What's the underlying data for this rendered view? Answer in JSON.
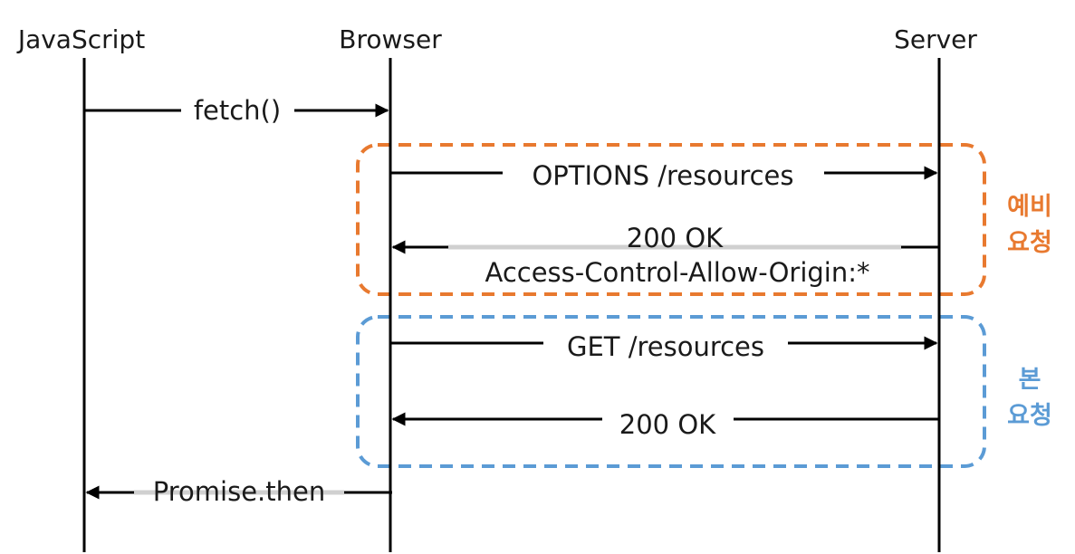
{
  "actors": {
    "javascript": "JavaScript",
    "browser": "Browser",
    "server": "Server"
  },
  "messages": {
    "fetch": "fetch()",
    "options_request": "OPTIONS /resources",
    "preflight_status": "200 OK",
    "preflight_header": "Access-Control-Allow-Origin:*",
    "get_request": "GET /resources",
    "main_status": "200 OK",
    "promise_then": "Promise.then"
  },
  "groups": {
    "preflight": {
      "label_line1": "예비",
      "label_line2": "요청",
      "color": "#e8792f"
    },
    "main": {
      "label_line1": "본",
      "label_line2": "요청",
      "color": "#5b9bd5"
    }
  }
}
